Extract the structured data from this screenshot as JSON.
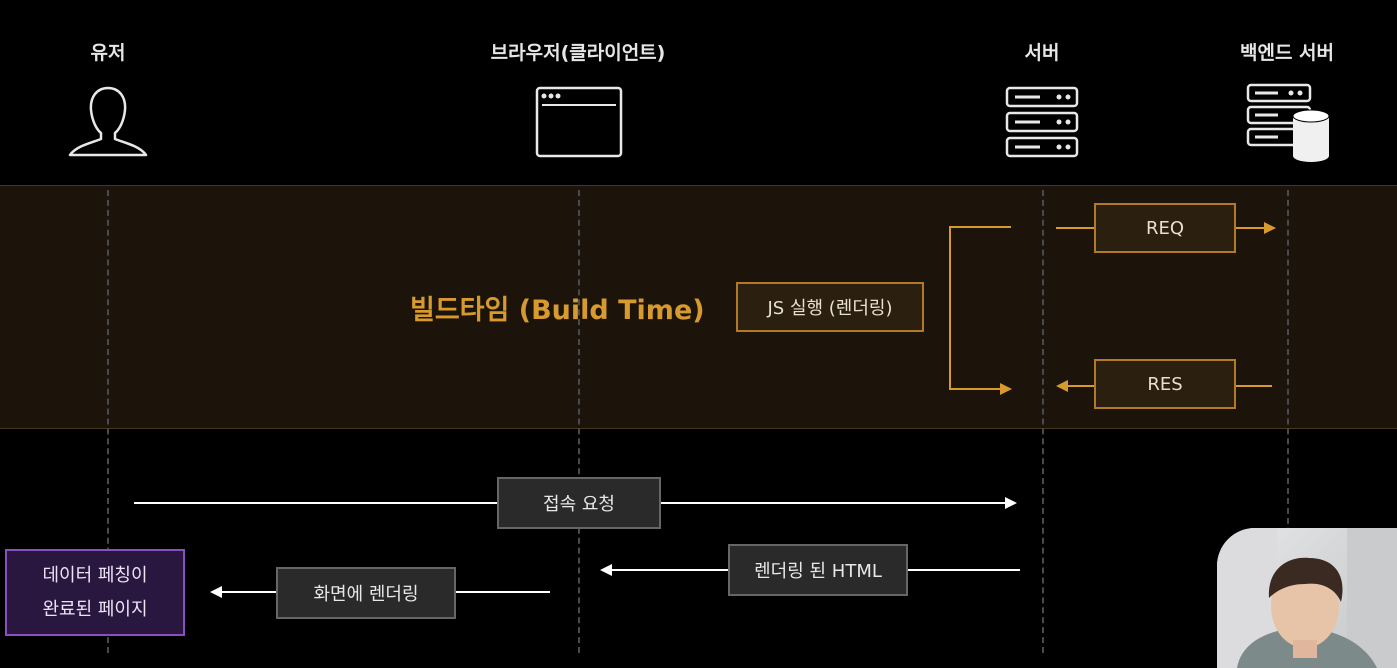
{
  "actors": [
    {
      "id": "user",
      "label": "유저"
    },
    {
      "id": "browser",
      "label": "브라우저(클라이언트)"
    },
    {
      "id": "server",
      "label": "서버"
    },
    {
      "id": "backend",
      "label": "백엔드 서버"
    }
  ],
  "build_phase": {
    "title": "빌드타임 (Build Time)",
    "js_box": "JS 실행 (렌더링)",
    "req_label": "REQ",
    "res_label": "RES"
  },
  "flow": {
    "request_label": "접속 요청",
    "rendered_html_label": "렌더링 된 HTML",
    "screen_render_label": "화면에 렌더링",
    "result": {
      "line1": "데이터 페칭이",
      "line2": "완료된 페이지"
    }
  },
  "colors": {
    "accent_orange": "#d79a2e",
    "box_orange_border": "#b27a26",
    "result_purple": "#8a4fc0",
    "arrow_white": "#ffffff"
  }
}
